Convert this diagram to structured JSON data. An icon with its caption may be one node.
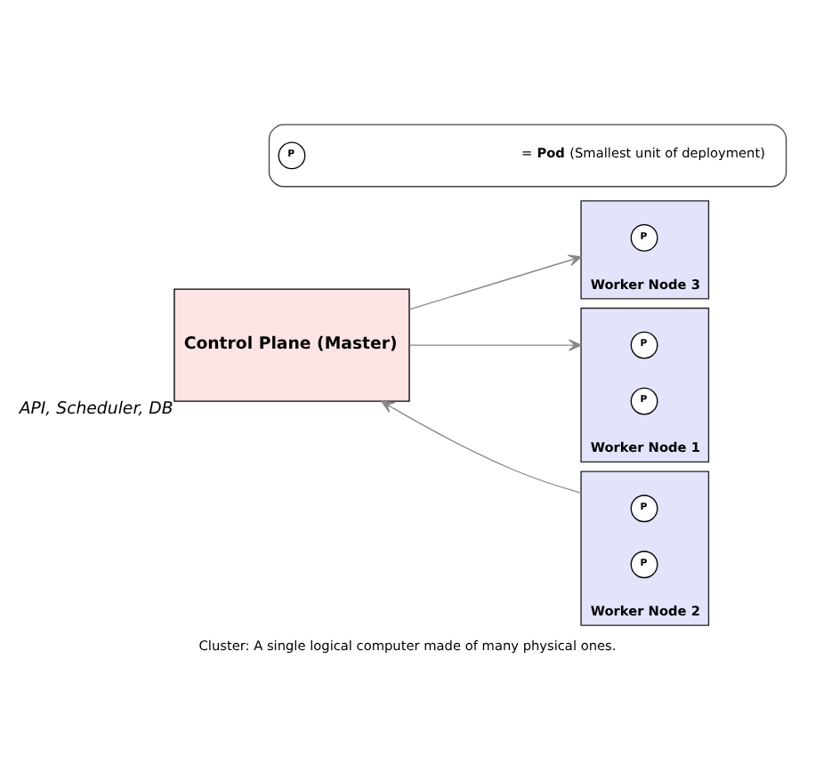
{
  "diagram": {
    "caption": "Cluster: A single logical computer made of many physical ones.",
    "nodes": [
      {
        "text": [
          "Control Plane (Master)"
        ],
        "beside": [
          "API, Scheduler, DB"
        ]
      },
      {
        "text": [
          "Worker Node 3"
        ]
      },
      {
        "text": [
          "P"
        ],
        "in": 1
      },
      {
        "text": [
          "Worker Node 1"
        ]
      },
      {
        "text": [
          "P"
        ],
        "in": 3
      },
      {
        "text": [
          "P"
        ],
        "in": 3
      },
      {
        "text": [
          "Worker Node 2"
        ]
      },
      {
        "text": [
          "P"
        ],
        "in": 6
      },
      {
        "text": [
          "P"
        ],
        "in": 6
      },
      {
        "text": [],
        "shape": "box"
      },
      {
        "text": [
          "P"
        ],
        "in": 9
      }
    ],
    "edges": [
      {
        "from": 0,
        "to": 1,
        "arrow": "to"
      },
      {
        "from": 0,
        "to": 3,
        "arrow": "to"
      },
      {
        "from": 6,
        "to": 0,
        "arrow": "to"
      }
    ],
    "legend": [
      {
        "text": "= **Pod** (Smallest unit of deployment)"
      }
    ]
  }
}
